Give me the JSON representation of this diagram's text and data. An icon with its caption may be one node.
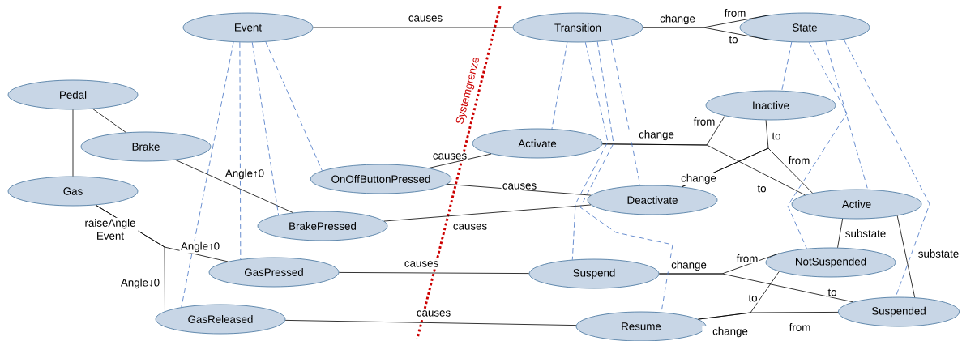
{
  "diagram": {
    "nodes": [
      {
        "text": [
          "Event"
        ]
      },
      {
        "text": [
          "Transition"
        ]
      },
      {
        "text": [
          "State"
        ]
      },
      {
        "text": [
          "Pedal"
        ]
      },
      {
        "text": [
          "Brake"
        ]
      },
      {
        "text": [
          "Gas"
        ]
      },
      {
        "text": [
          "OnOffButtonPressed"
        ]
      },
      {
        "text": [
          "BrakePressed"
        ]
      },
      {
        "text": [
          "GasPressed"
        ]
      },
      {
        "text": [
          "GasReleased"
        ]
      },
      {
        "text": [
          "Activate"
        ]
      },
      {
        "text": [
          "Deactivate"
        ]
      },
      {
        "text": [
          "Suspend"
        ]
      },
      {
        "text": [
          "Resume"
        ]
      },
      {
        "text": [
          "Inactive"
        ]
      },
      {
        "text": [
          "Active"
        ]
      },
      {
        "text": [
          "NotSuspended"
        ]
      },
      {
        "text": [
          "Suspended"
        ]
      }
    ],
    "edges": [
      {
        "from": 0,
        "to": 1,
        "arrow": "none",
        "label": "causes"
      },
      {
        "from": 1,
        "to": 2,
        "arrow": "none",
        "label": "from"
      },
      {
        "from": 1,
        "to": 2,
        "arrow": "none",
        "label": "to"
      },
      {
        "from": 3,
        "to": 4,
        "arrow": "none"
      },
      {
        "from": 3,
        "to": 5,
        "arrow": "none"
      },
      {
        "from": 4,
        "to": 7,
        "arrow": "none",
        "label": "Angle↑0"
      },
      {
        "from": 5,
        "to": 8,
        "arrow": "none",
        "label": "Angle↑0"
      },
      {
        "from": 5,
        "to": 9,
        "arrow": "none",
        "label": "Angle↓0"
      },
      {
        "from": 6,
        "to": 10,
        "arrow": "none",
        "label": "causes"
      },
      {
        "from": 6,
        "to": 11,
        "arrow": "none",
        "label": "causes"
      },
      {
        "from": 7,
        "to": 11,
        "arrow": "none",
        "label": "causes"
      },
      {
        "from": 8,
        "to": 12,
        "arrow": "none",
        "label": "causes"
      },
      {
        "from": 9,
        "to": 13,
        "arrow": "none",
        "label": "causes"
      },
      {
        "from": 10,
        "to": 14,
        "arrow": "none",
        "label": "from"
      },
      {
        "from": 10,
        "to": 15,
        "arrow": "none",
        "label": "to"
      },
      {
        "from": 11,
        "to": 14,
        "arrow": "none",
        "label": "to"
      },
      {
        "from": 11,
        "to": 15,
        "arrow": "none",
        "label": "from"
      },
      {
        "from": 12,
        "to": 16,
        "arrow": "none",
        "label": "from"
      },
      {
        "from": 12,
        "to": 17,
        "arrow": "none",
        "label": "to"
      },
      {
        "from": 13,
        "to": 16,
        "arrow": "none",
        "label": "to"
      },
      {
        "from": 13,
        "to": 17,
        "arrow": "none",
        "label": "from"
      },
      {
        "from": 15,
        "to": 16,
        "arrow": "none",
        "label": "substate"
      },
      {
        "from": 15,
        "to": 17,
        "arrow": "none",
        "label": "substate"
      },
      {
        "from": 0,
        "to": 9,
        "arrow": "none",
        "style": "dashed",
        "color": "#4472c4"
      },
      {
        "from": 0,
        "to": 8,
        "arrow": "none",
        "style": "dashed",
        "color": "#4472c4"
      },
      {
        "from": 0,
        "to": 7,
        "arrow": "none",
        "style": "dashed",
        "color": "#4472c4"
      },
      {
        "from": 0,
        "to": 6,
        "arrow": "none",
        "style": "dashed",
        "color": "#4472c4"
      },
      {
        "from": 1,
        "to": 10,
        "arrow": "none",
        "style": "dashed",
        "color": "#4472c4"
      },
      {
        "from": 1,
        "to": 12,
        "arrow": "none",
        "style": "dashed",
        "color": "#4472c4"
      },
      {
        "from": 1,
        "to": 13,
        "arrow": "none",
        "style": "dashed",
        "color": "#4472c4"
      },
      {
        "from": 1,
        "to": 11,
        "arrow": "none",
        "style": "dashed",
        "color": "#4472c4"
      },
      {
        "from": 2,
        "to": 14,
        "arrow": "none",
        "style": "dashed",
        "color": "#4472c4"
      },
      {
        "from": 2,
        "to": 16,
        "arrow": "none",
        "style": "dashed",
        "color": "#4472c4"
      },
      {
        "from": 2,
        "to": 15,
        "arrow": "none",
        "style": "dashed",
        "color": "#4472c4"
      },
      {
        "from": 2,
        "to": 17,
        "arrow": "none",
        "style": "dashed",
        "color": "#4472c4"
      }
    ],
    "labels": [
      "change",
      "Systemgrenze",
      "change",
      "change",
      "raiseAngle Event",
      "change",
      "change"
    ]
  }
}
